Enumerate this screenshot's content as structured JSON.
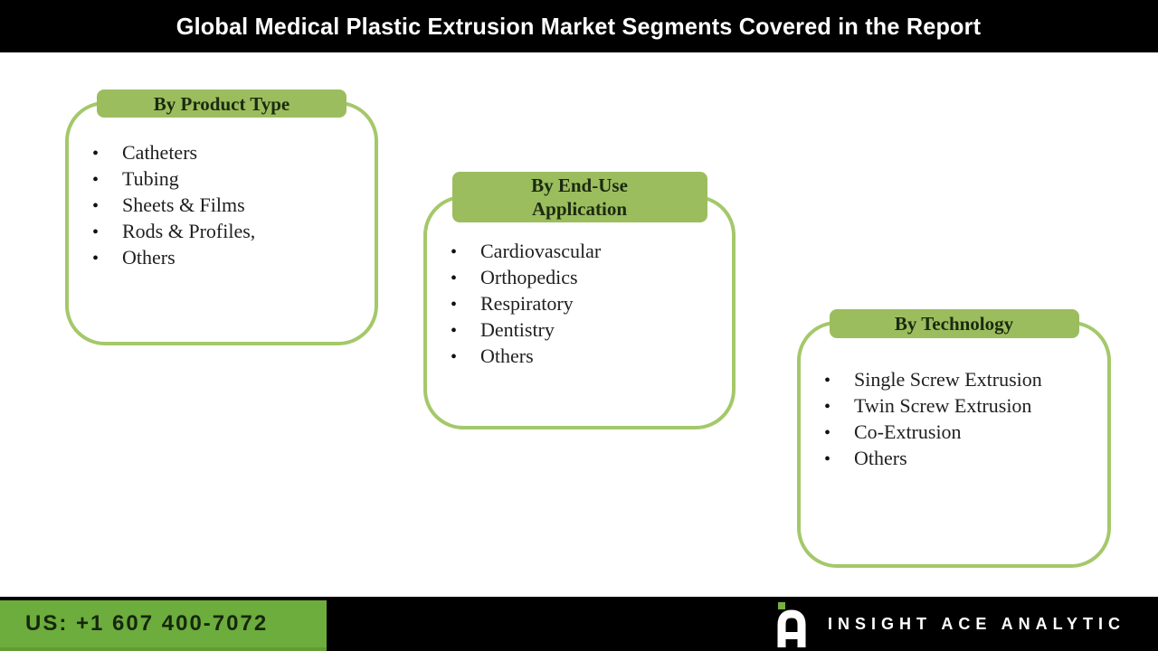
{
  "title": "Global Medical Plastic Extrusion Market Segments Covered in the Report",
  "list_bullet": "•",
  "segments": [
    {
      "title": "By Product Type",
      "items": [
        "Catheters",
        "Tubing",
        "Sheets & Films",
        "Rods & Profiles,",
        "Others"
      ]
    },
    {
      "title": "By End-Use\nApplication",
      "items": [
        "Cardiovascular",
        "Orthopedics",
        "Respiratory",
        "Dentistry",
        "Others"
      ]
    },
    {
      "title": "By Technology",
      "items": [
        "Single Screw Extrusion",
        "Twin Screw Extrusion",
        "Co-Extrusion",
        "Others"
      ]
    }
  ],
  "footer": {
    "phone": "US: +1 607 400-7072",
    "brand": "INSIGHT ACE ANALYTIC",
    "logo_icon": "insight-ace-a-icon"
  },
  "colors": {
    "tab_green": "#9bbd5e",
    "box_border_green": "#a4c86a",
    "footer_green": "#6cad3d",
    "logo_dot_green": "#76b043",
    "bar_black": "#000000",
    "title_text": "#ffffff",
    "body_text": "#1f1f1f"
  }
}
